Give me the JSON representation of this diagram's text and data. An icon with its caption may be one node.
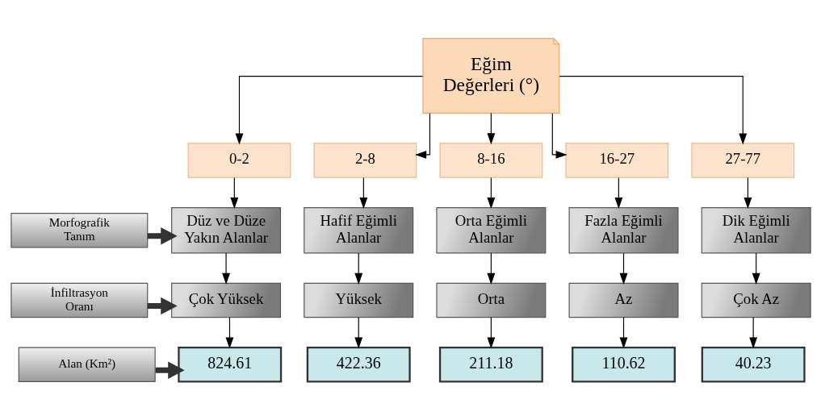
{
  "diagram": {
    "nodes": [
      {
        "text": [
          "Eğim Değerleri (°)"
        ]
      },
      {
        "text": [
          "0-2"
        ]
      },
      {
        "text": [
          "2-8"
        ]
      },
      {
        "text": [
          "8-16"
        ]
      },
      {
        "text": [
          "16-27"
        ]
      },
      {
        "text": [
          "27-77"
        ]
      },
      {
        "text": [
          "Morfografik Tanım"
        ]
      },
      {
        "text": [
          "Düz ve Düze Yakın Alanlar"
        ]
      },
      {
        "text": [
          "Hafif Eğimli Alanlar"
        ]
      },
      {
        "text": [
          "Orta Eğimli Alanlar"
        ]
      },
      {
        "text": [
          "Fazla Eğimli Alanlar"
        ]
      },
      {
        "text": [
          "Dik Eğimli Alanlar"
        ]
      },
      {
        "text": [
          "İnfiltrasyon Oranı"
        ]
      },
      {
        "text": [
          "Çok Yüksek"
        ]
      },
      {
        "text": [
          "Yüksek"
        ]
      },
      {
        "text": [
          "Orta"
        ]
      },
      {
        "text": [
          "Az"
        ]
      },
      {
        "text": [
          "Çok Az"
        ]
      },
      {
        "text": [
          "Alan (Km²)"
        ]
      },
      {
        "text": [
          "824.61"
        ]
      },
      {
        "text": [
          "422.36"
        ]
      },
      {
        "text": [
          "211.18"
        ]
      },
      {
        "text": [
          "110.62"
        ]
      },
      {
        "text": [
          "40.23"
        ]
      }
    ],
    "edges": [
      {
        "from": 0,
        "to": 1,
        "arrow": "to"
      },
      {
        "from": 0,
        "to": 2,
        "arrow": "to"
      },
      {
        "from": 0,
        "to": 3,
        "arrow": "to"
      },
      {
        "from": 0,
        "to": 4,
        "arrow": "to"
      },
      {
        "from": 0,
        "to": 5,
        "arrow": "to"
      },
      {
        "from": 1,
        "to": 7,
        "arrow": "to"
      },
      {
        "from": 2,
        "to": 8,
        "arrow": "to"
      },
      {
        "from": 3,
        "to": 9,
        "arrow": "to"
      },
      {
        "from": 4,
        "to": 10,
        "arrow": "to"
      },
      {
        "from": 5,
        "to": 11,
        "arrow": "to"
      },
      {
        "from": 6,
        "to": 7,
        "arrow": "to",
        "style": "thick"
      },
      {
        "from": 7,
        "to": 13,
        "arrow": "to"
      },
      {
        "from": 8,
        "to": 14,
        "arrow": "to"
      },
      {
        "from": 9,
        "to": 15,
        "arrow": "to"
      },
      {
        "from": 10,
        "to": 16,
        "arrow": "to"
      },
      {
        "from": 11,
        "to": 17,
        "arrow": "to"
      },
      {
        "from": 12,
        "to": 13,
        "arrow": "to",
        "style": "thick"
      },
      {
        "from": 13,
        "to": 19,
        "arrow": "to"
      },
      {
        "from": 14,
        "to": 20,
        "arrow": "to"
      },
      {
        "from": 15,
        "to": 21,
        "arrow": "to"
      },
      {
        "from": 16,
        "to": 22,
        "arrow": "to"
      },
      {
        "from": 17,
        "to": 23,
        "arrow": "to"
      },
      {
        "from": 18,
        "to": 19,
        "arrow": "to",
        "style": "thick"
      }
    ]
  }
}
